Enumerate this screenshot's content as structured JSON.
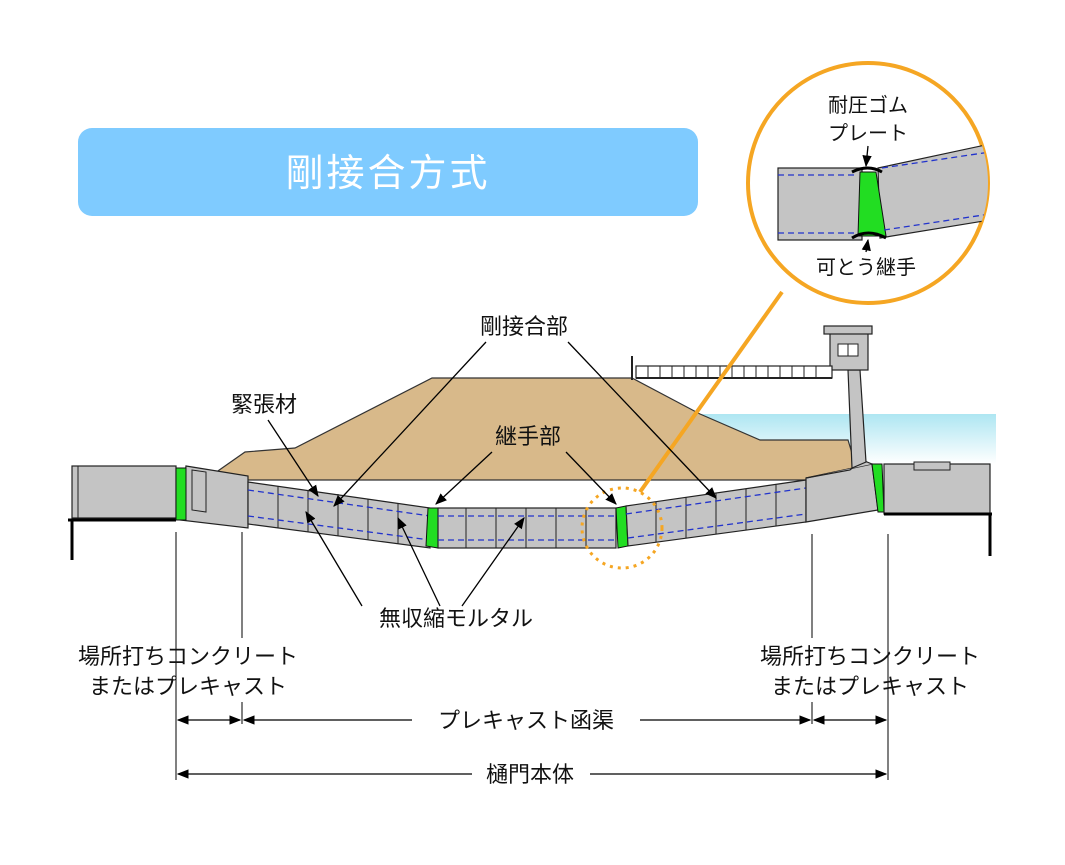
{
  "title": "剛接合方式",
  "labels": {
    "rigid_joint": "剛接合部",
    "tendon": "緊張材",
    "joint_part": "継手部",
    "grout": "無収縮モルタル",
    "cast_left_1": "場所打ちコンクリート",
    "cast_left_2": "またはプレキャスト",
    "cast_right_1": "場所打ちコンクリート",
    "cast_right_2": "またはプレキャスト",
    "precast_culvert": "プレキャスト函渠",
    "sluice_body": "樋門本体"
  },
  "detail": {
    "rubber_plate_1": "耐圧ゴム",
    "rubber_plate_2": "プレート",
    "flexible_joint": "可とう継手"
  },
  "colors": {
    "title_bg": "#7fcbff",
    "embankment": "#d8b98a",
    "water": "#b9ecf5",
    "concrete": "#c4c4c4",
    "joint": "#22dd22",
    "callout": "#f5a623",
    "tendon": "#2233cc"
  }
}
